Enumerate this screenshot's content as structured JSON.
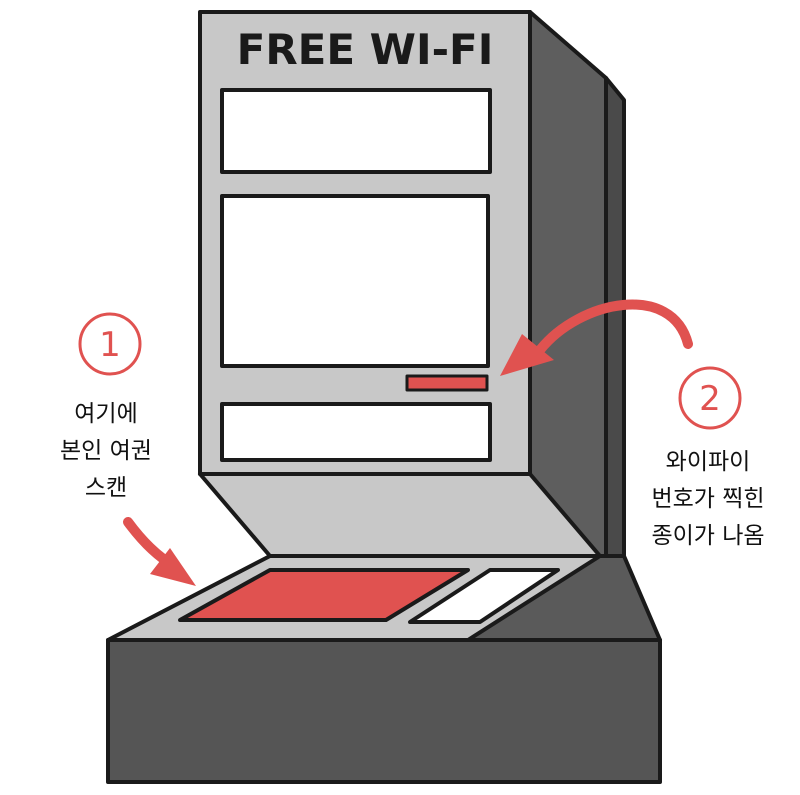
{
  "kiosk": {
    "title": "FREE WI-FI"
  },
  "steps": [
    {
      "number": "1",
      "caption_lines": [
        "여기에",
        "본인 여권",
        "스캔"
      ]
    },
    {
      "number": "2",
      "caption_lines": [
        "와이파이",
        "번호가 찍힌",
        "종이가 나옴"
      ]
    }
  ],
  "colors": {
    "accent": "#e05250",
    "kiosk_body": "#c8c8c8",
    "kiosk_side": "#5e5e5e",
    "kiosk_base": "#555555",
    "outline": "#1a1a1a",
    "screen": "#ffffff"
  }
}
